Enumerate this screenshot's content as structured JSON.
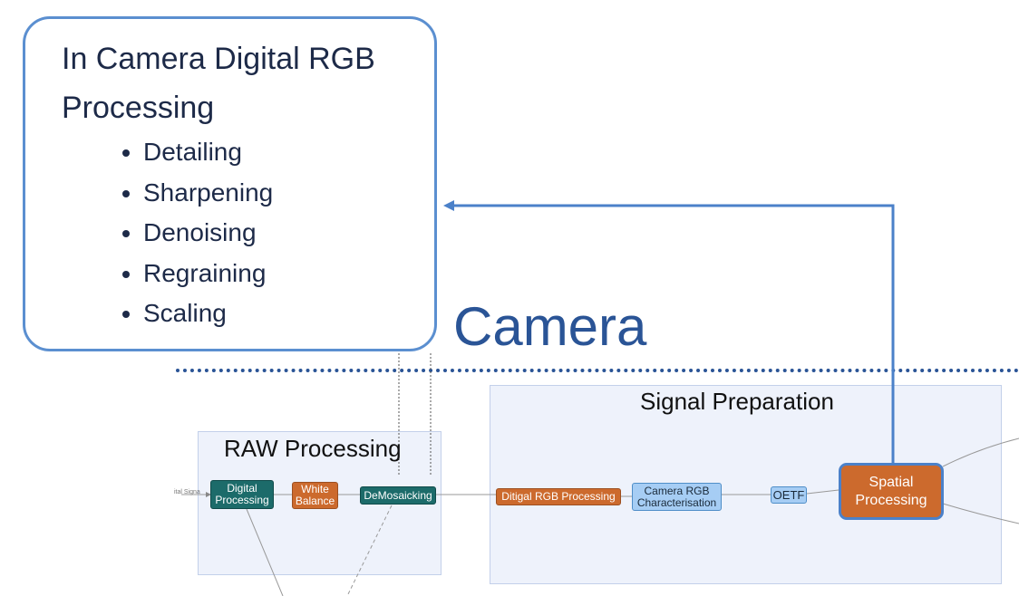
{
  "callout": {
    "title": "In Camera Digital RGB Processing",
    "items": [
      "Detailing",
      "Sharpening",
      "Denoising",
      "Regraining",
      "Scaling"
    ]
  },
  "camera_label": "Camera",
  "raw_processing": {
    "title": "RAW Processing",
    "input_label": "ital Signa",
    "nodes": {
      "digital_processing": "Digital\nProcessing",
      "white_balance": "White\nBalance",
      "demosaicking": "DeMosaicking"
    }
  },
  "signal_preparation": {
    "title": "Signal Preparation",
    "nodes": {
      "digital_rgb": "Ditigal RGB Processing",
      "camera_rgb": "Camera RGB\nCharacterisation",
      "oetf": "OETF",
      "spatial": "Spatial\nProcessing"
    }
  },
  "colors": {
    "accent_blue": "#5b8fd0",
    "camera_blue": "#2a5496",
    "teal": "#1c6b6a",
    "orange": "#cc6a2d",
    "light_blue": "#a6cdf4"
  }
}
